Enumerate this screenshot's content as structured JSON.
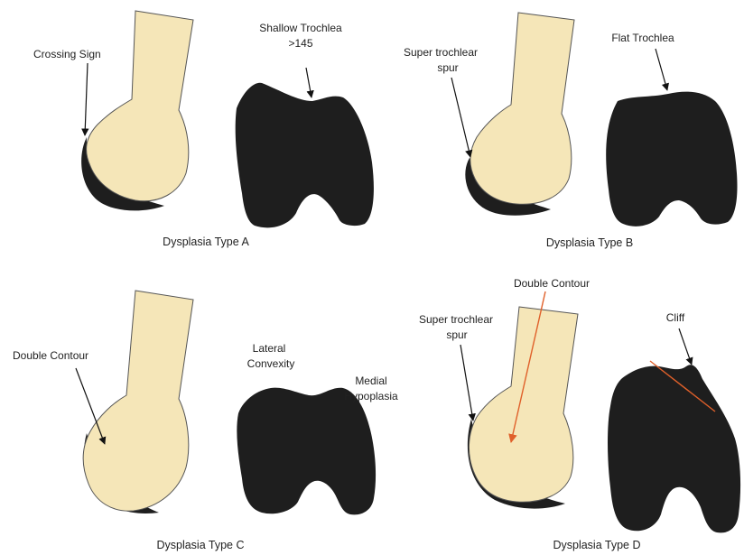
{
  "panels": {
    "a": {
      "caption": "Dysplasia Type A",
      "label_crossing": "Crossing Sign",
      "label_trochlea_line1": "Shallow Trochlea",
      "label_trochlea_line2": ">145"
    },
    "b": {
      "caption": "Dysplasia Type B",
      "label_spur_line1": "Super trochlear",
      "label_spur_line2": "spur",
      "label_trochlea": "Flat Trochlea"
    },
    "c": {
      "caption": "Dysplasia Type C",
      "label_double": "Double Contour",
      "label_lateral_line1": "Lateral",
      "label_lateral_line2": "Convexity",
      "label_medial_line1": "Medial",
      "label_medial_line2": "Hypoplasia"
    },
    "d": {
      "caption": "Dysplasia Type D",
      "label_double": "Double Contour",
      "label_spur_line1": "Super trochlear",
      "label_spur_line2": "spur",
      "label_cliff": "Cliff"
    }
  },
  "colors": {
    "bone_fill": "#f5e6b8",
    "trochlea_fill": "#1e1e1e",
    "annotation_line": "#e0602a"
  }
}
